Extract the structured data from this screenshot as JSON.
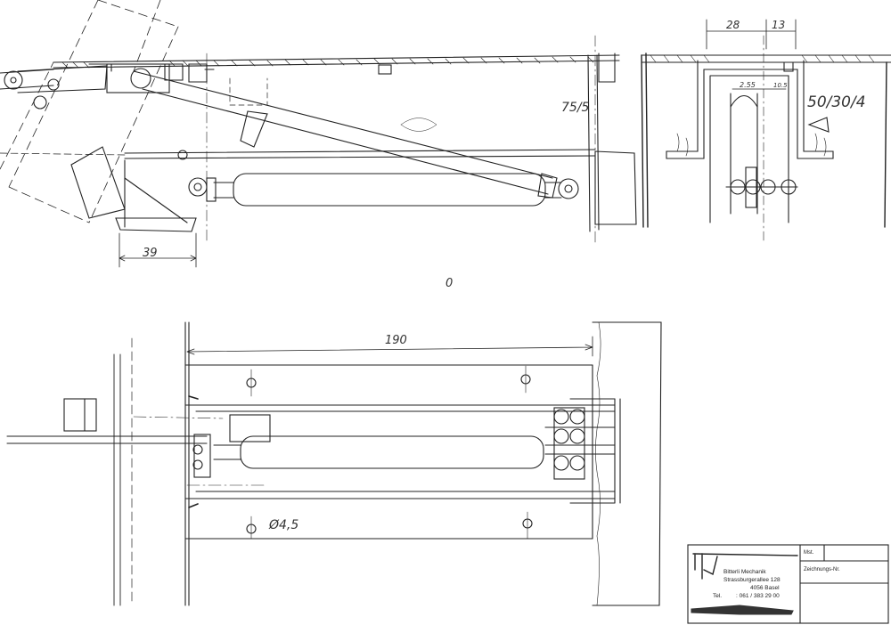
{
  "drawing": {
    "top_view": {
      "dim_width_left": "39",
      "dim_height": "75/5"
    },
    "detail_view": {
      "dim_a": "28",
      "dim_b": "13",
      "dim_inner_a": "2.55",
      "dim_inner_b": "10.5",
      "profile_label": "50/30/4"
    },
    "center_mark": "0",
    "bottom_view": {
      "dim_length": "190",
      "hole_label": "Ø4,5"
    }
  },
  "title_block": {
    "company": "Bitterli Mechanik",
    "street": "Strassburgerallee 128",
    "city": "4056 Basel",
    "tel_label": "Tel.",
    "tel_value": ": 061 / 383 29 00",
    "field_mst": "Mst.",
    "field_drawing_no": "Zeichnungs-Nr."
  }
}
